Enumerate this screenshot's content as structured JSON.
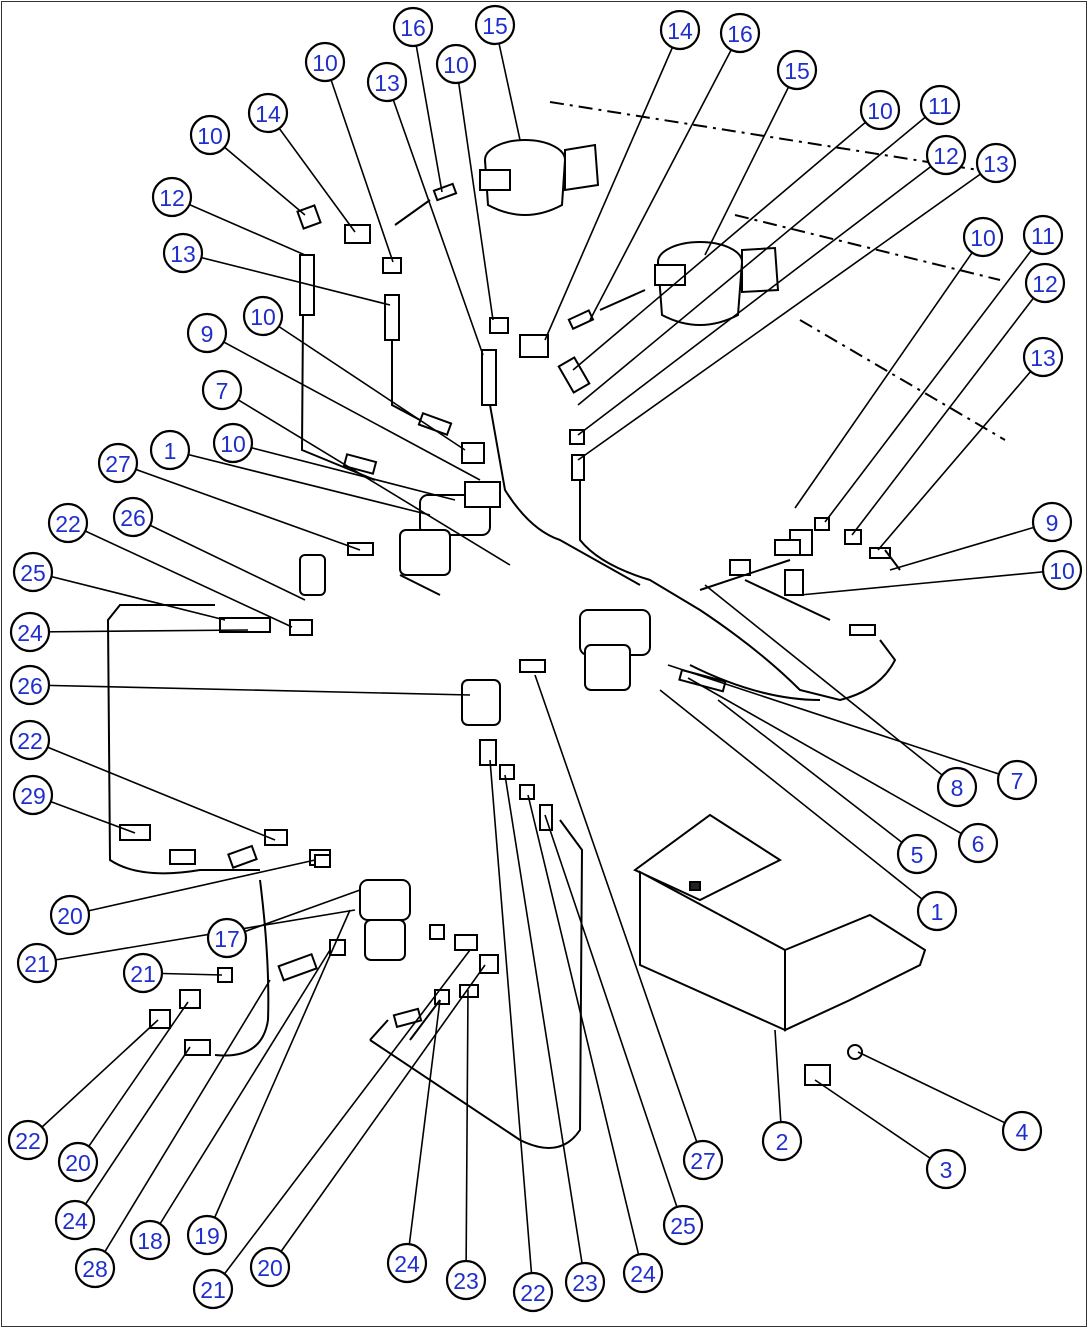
{
  "diagram": {
    "callouts": [
      {
        "n": "16"
      },
      {
        "n": "15"
      },
      {
        "n": "14"
      },
      {
        "n": "16"
      },
      {
        "n": "15"
      },
      {
        "n": "10"
      },
      {
        "n": "13"
      },
      {
        "n": "10"
      },
      {
        "n": "10"
      },
      {
        "n": "14"
      },
      {
        "n": "12"
      },
      {
        "n": "13"
      },
      {
        "n": "10"
      },
      {
        "n": "11"
      },
      {
        "n": "12"
      },
      {
        "n": "13"
      },
      {
        "n": "10"
      },
      {
        "n": "11"
      },
      {
        "n": "12"
      },
      {
        "n": "13"
      },
      {
        "n": "9"
      },
      {
        "n": "10"
      },
      {
        "n": "7"
      },
      {
        "n": "1"
      },
      {
        "n": "10"
      },
      {
        "n": "27"
      },
      {
        "n": "26"
      },
      {
        "n": "22"
      },
      {
        "n": "25"
      },
      {
        "n": "24"
      },
      {
        "n": "9"
      },
      {
        "n": "10"
      },
      {
        "n": "26"
      },
      {
        "n": "22"
      },
      {
        "n": "29"
      },
      {
        "n": "8"
      },
      {
        "n": "7"
      },
      {
        "n": "6"
      },
      {
        "n": "5"
      },
      {
        "n": "1"
      },
      {
        "n": "20"
      },
      {
        "n": "17"
      },
      {
        "n": "21"
      },
      {
        "n": "21"
      },
      {
        "n": "4"
      },
      {
        "n": "2"
      },
      {
        "n": "3"
      },
      {
        "n": "22"
      },
      {
        "n": "20"
      },
      {
        "n": "24"
      },
      {
        "n": "28"
      },
      {
        "n": "18"
      },
      {
        "n": "19"
      },
      {
        "n": "21"
      },
      {
        "n": "20"
      },
      {
        "n": "24"
      },
      {
        "n": "23"
      },
      {
        "n": "22"
      },
      {
        "n": "23"
      },
      {
        "n": "24"
      },
      {
        "n": "25"
      },
      {
        "n": "27"
      }
    ]
  }
}
